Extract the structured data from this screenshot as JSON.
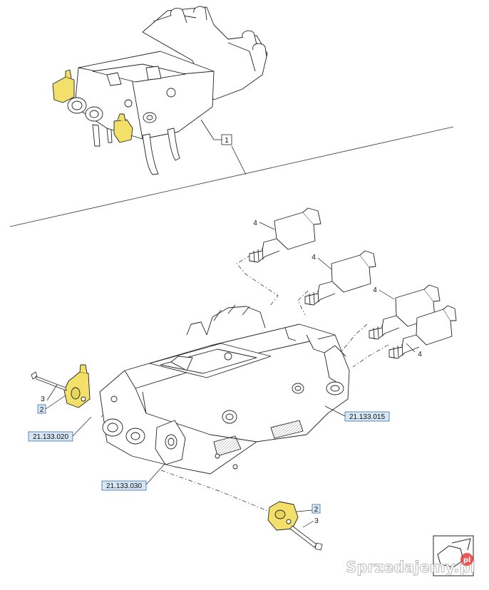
{
  "callouts": {
    "main_assembly": "1",
    "solenoid_valve": "2",
    "bolt": "3",
    "cartridge_valve": "4"
  },
  "references": {
    "ref_left": "21.133.020",
    "ref_right": "21.133.015",
    "ref_bottom": "21.133.030"
  },
  "watermark": "Sprzedajemy.pl",
  "colors": {
    "highlight_part": "#f2e06a",
    "ref_box_fill": "#d6e6f4",
    "ref_box_stroke": "#3b6ea8",
    "line": "#222222"
  }
}
